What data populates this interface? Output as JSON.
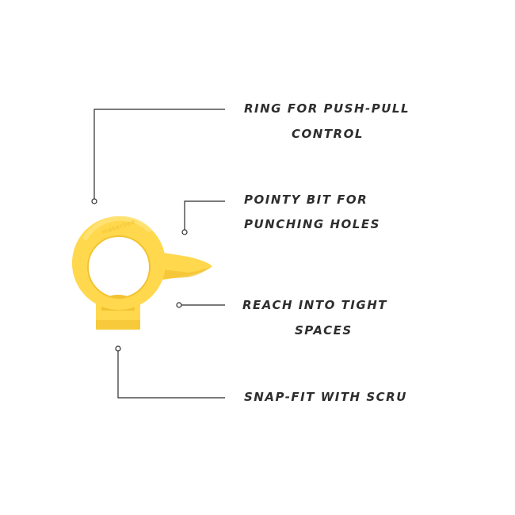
{
  "product": {
    "body_color": "#FFD84D",
    "shade_color": "#F2C230",
    "highlight_color": "#FFE57A",
    "embossed_text": "makerbee"
  },
  "callouts": [
    {
      "id": "ring",
      "lines": [
        "RING FOR PUSH-PULL",
        "CONTROL"
      ]
    },
    {
      "id": "pointy",
      "lines": [
        "POINTY BIT FOR",
        "PUNCHING HOLES"
      ]
    },
    {
      "id": "reach",
      "lines": [
        "REACH INTO TIGHT",
        "SPACES"
      ]
    },
    {
      "id": "snap",
      "lines": [
        "SNAP-FIT WITH SCRU"
      ]
    }
  ],
  "style": {
    "line_color": "#2b2b2b",
    "text_color": "#2e2e2e"
  }
}
